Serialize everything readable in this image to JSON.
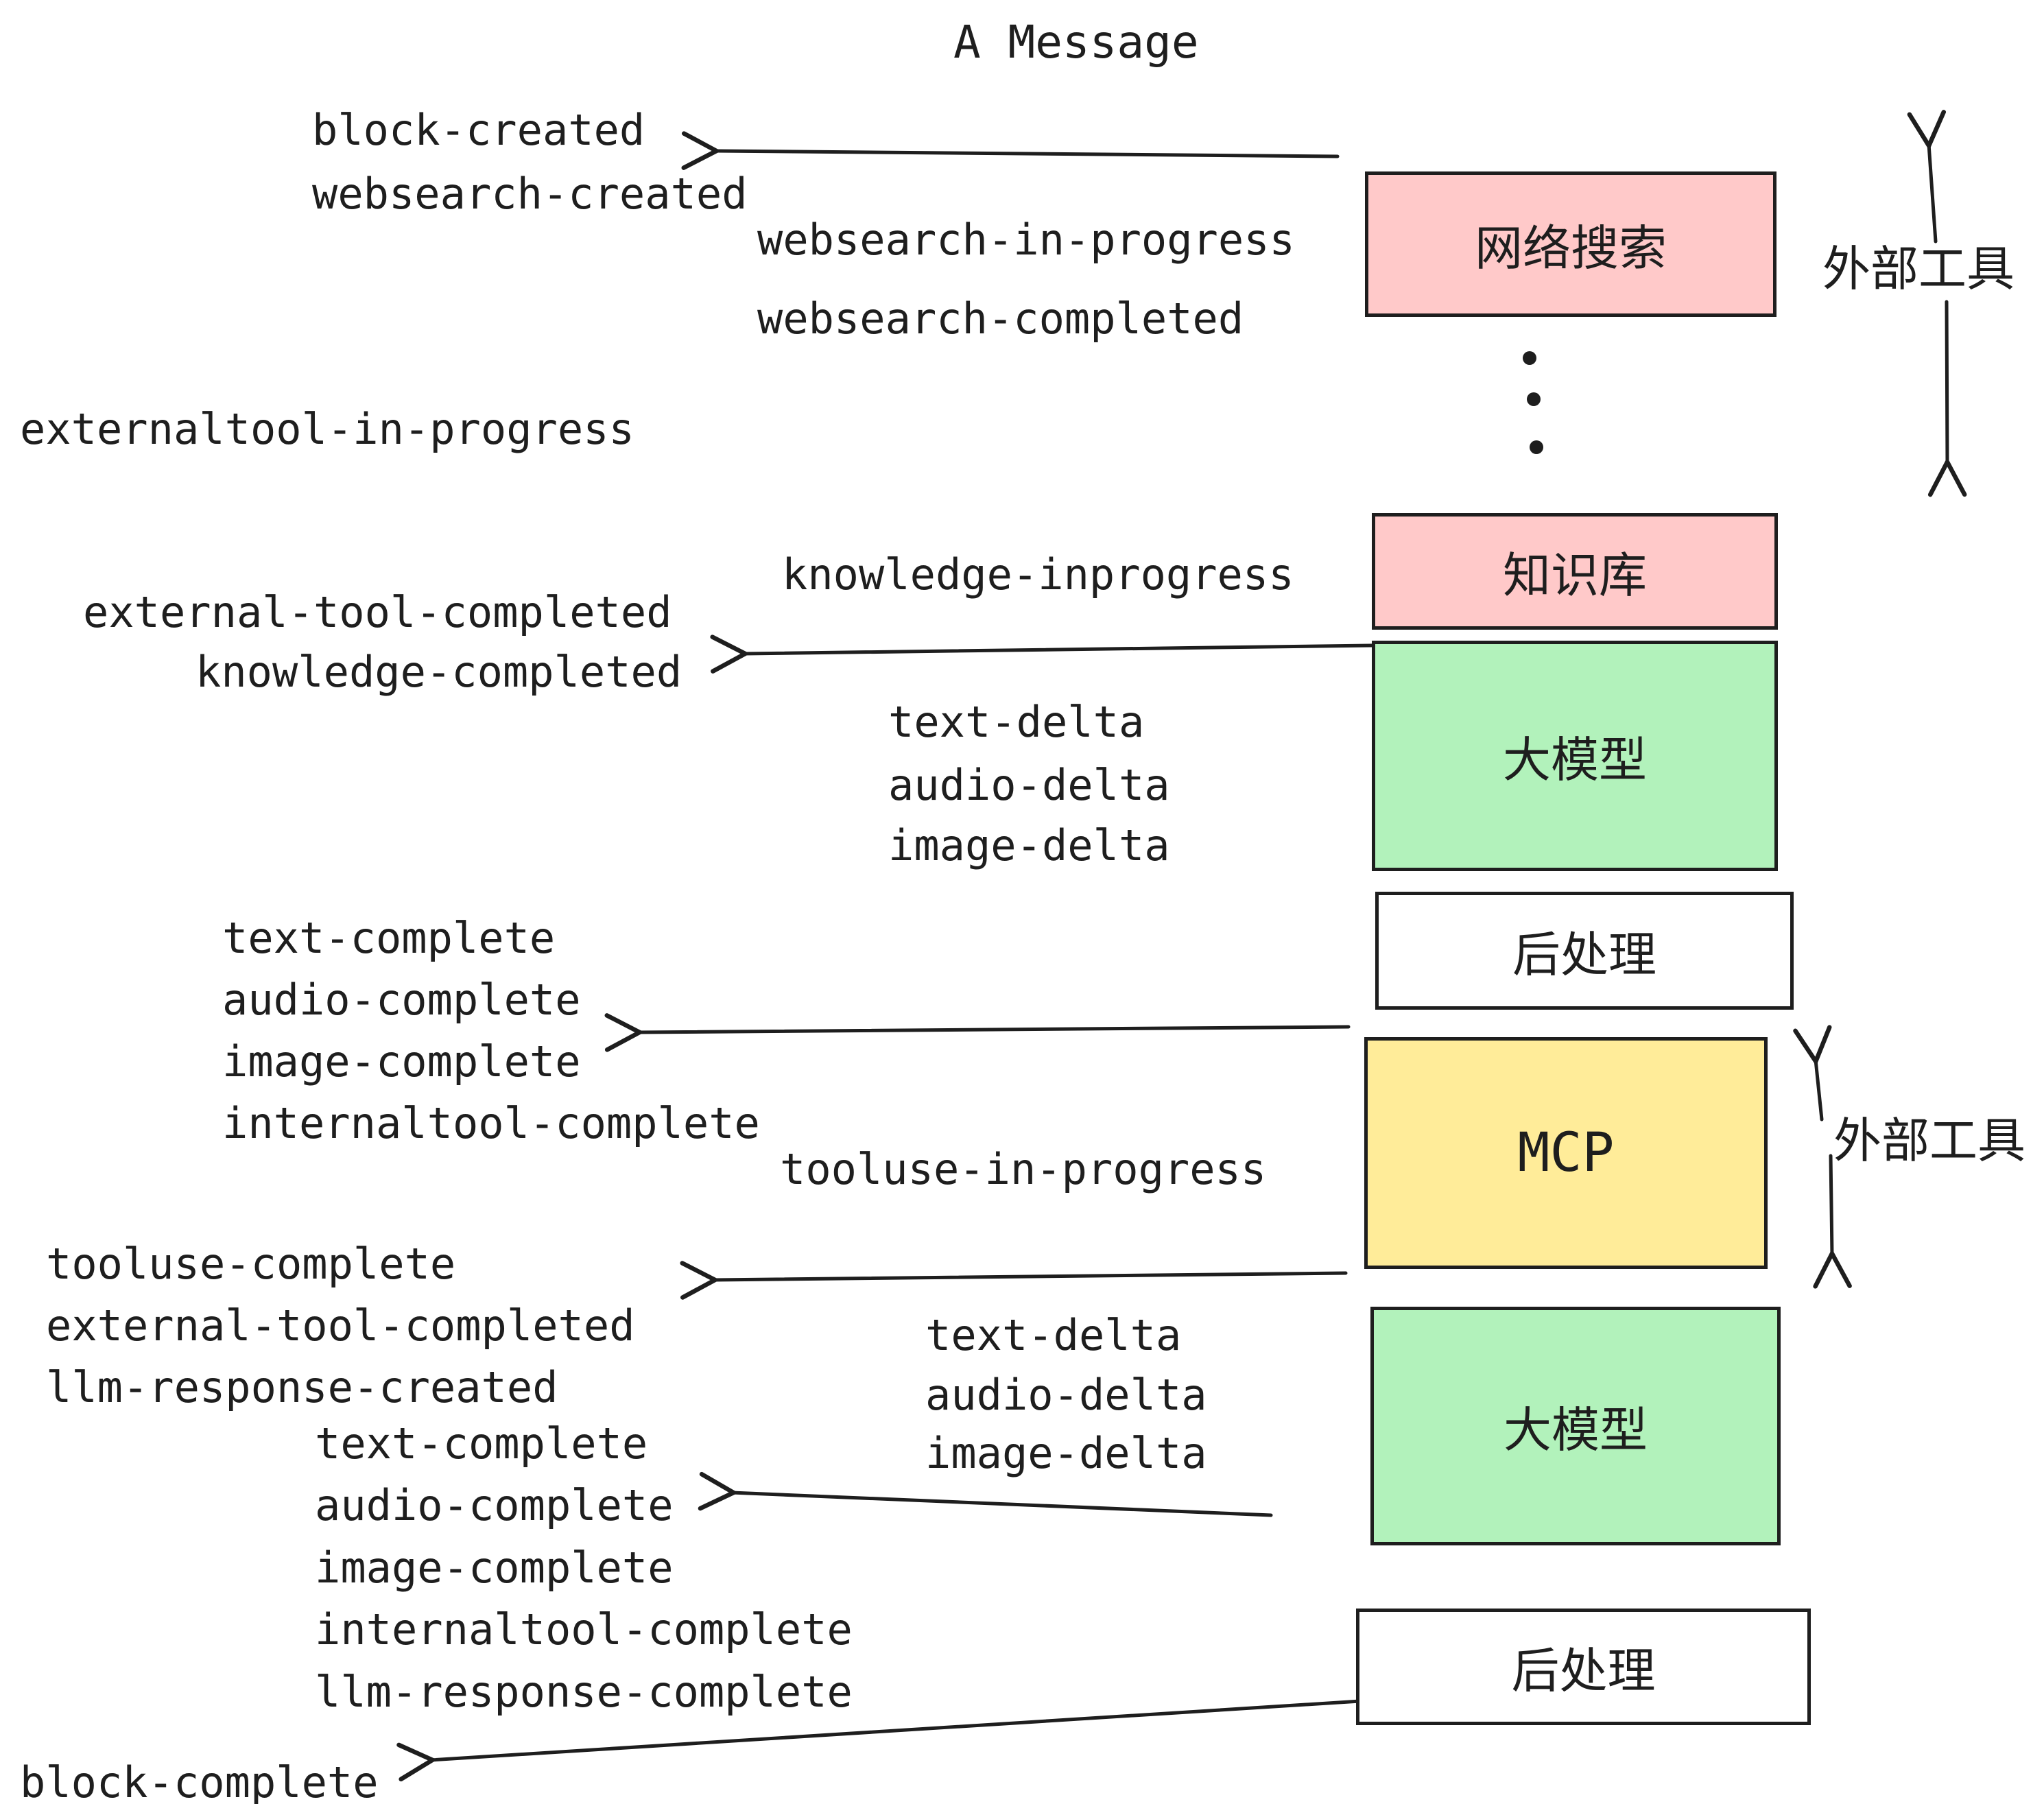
{
  "title": "A Message",
  "colors": {
    "stroke": "#1e1e1e",
    "external_tool_fill": "#ffc9c9",
    "llm_fill": "#b2f2bb",
    "mcp_fill": "#ffec99",
    "postprocess_fill": "#ffffff"
  },
  "pipeline": {
    "websearch": {
      "label": "网络搜索"
    },
    "knowledge": {
      "label": "知识库"
    },
    "llm1": {
      "label": "大模型"
    },
    "post1": {
      "label": "后处理"
    },
    "mcp": {
      "label": "MCP"
    },
    "llm2": {
      "label": "大模型"
    },
    "post2": {
      "label": "后处理"
    }
  },
  "annotations": {
    "external_tools_top": "外部工具",
    "external_tools_mid": "外部工具"
  },
  "events": {
    "block_created": "block-created",
    "websearch_created": "websearch-created",
    "websearch_in_progress": "websearch-in-progress",
    "websearch_completed": "websearch-completed",
    "externaltool_in_progress": "externaltool-in-progress",
    "knowledge_inprogress": "knowledge-inprogress",
    "external_tool_completed_1": "external-tool-completed",
    "knowledge_completed": "knowledge-completed",
    "text_delta_1": "text-delta",
    "audio_delta_1": "audio-delta",
    "image_delta_1": "image-delta",
    "text_complete_1": "text-complete",
    "audio_complete_1": "audio-complete",
    "image_complete_1": "image-complete",
    "internaltool_complete_1": "internaltool-complete",
    "tooluse_in_progress": "tooluse-in-progress",
    "tooluse_complete": "tooluse-complete",
    "external_tool_completed_2": "external-tool-completed",
    "llm_response_created": "llm-response-created",
    "text_delta_2": "text-delta",
    "audio_delta_2": "audio-delta",
    "image_delta_2": "image-delta",
    "text_complete_2": "text-complete",
    "audio_complete_2": "audio-complete",
    "image_complete_2": "image-complete",
    "internaltool_complete_2": "internaltool-complete",
    "llm_response_complete": "llm-response-complete",
    "block_complete": "block-complete"
  }
}
